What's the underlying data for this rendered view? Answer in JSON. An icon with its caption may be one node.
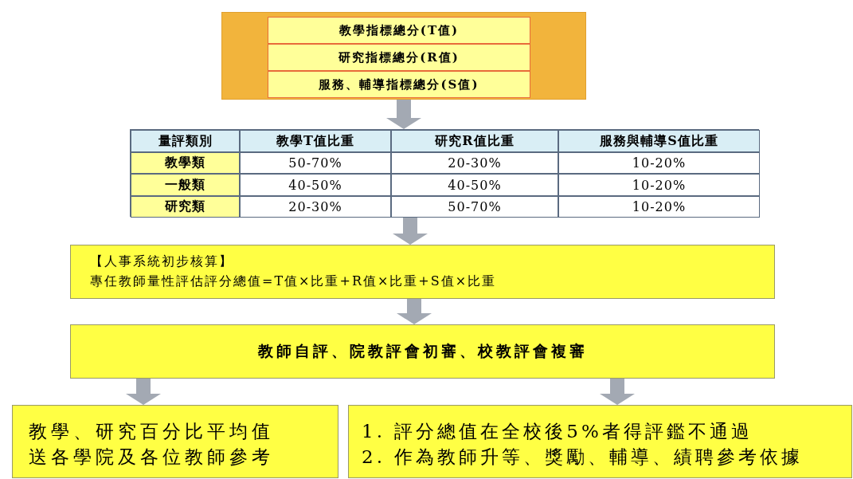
{
  "diagram": {
    "nodes": [
      {
        "text": [],
        "shape": "box"
      },
      {
        "text": [
          "教學指標總分(T值)"
        ],
        "in": 0
      },
      {
        "text": [
          "研究指標總分(R值)"
        ],
        "in": 0
      },
      {
        "text": [
          "服務、輔導指標總分(S值)"
        ],
        "in": 0
      },
      {
        "text": [],
        "shape": "box"
      },
      {
        "text": [
          "【人事系統初步核算】",
          "專任教師量性評估評分總值=T值×比重+R值×比重+S值×比重"
        ]
      },
      {
        "text": [
          "教師自評、院教評會初審、校教評會複審"
        ]
      },
      {
        "text": [
          "教學、研究百分比平均值送各學院及各位教師參考"
        ]
      },
      {
        "text": [
          "1. 評分總值在全校後5%者得評鑑不通過",
          "2. 作為教師升等、獎勵、輔導、績聘參考依據"
        ]
      }
    ],
    "edges": [
      {
        "from": 0,
        "to": 4,
        "arrow": "to"
      },
      {
        "from": 4,
        "to": 5,
        "arrow": "to"
      },
      {
        "from": 5,
        "to": 6,
        "arrow": "to"
      },
      {
        "from": 6,
        "to": 7,
        "arrow": "to"
      },
      {
        "from": 6,
        "to": 8,
        "arrow": "to"
      }
    ],
    "labels": [
      "量評類別",
      "教學T值比重",
      "研究R值比重",
      "服務與輔導S值比重",
      "教學類",
      "50-70%",
      "20-30%",
      "10-20%",
      "一般類",
      "40-50%",
      "40-50%",
      "10-20%",
      "研究類",
      "20-30%",
      "50-70%",
      "10-20%"
    ]
  }
}
